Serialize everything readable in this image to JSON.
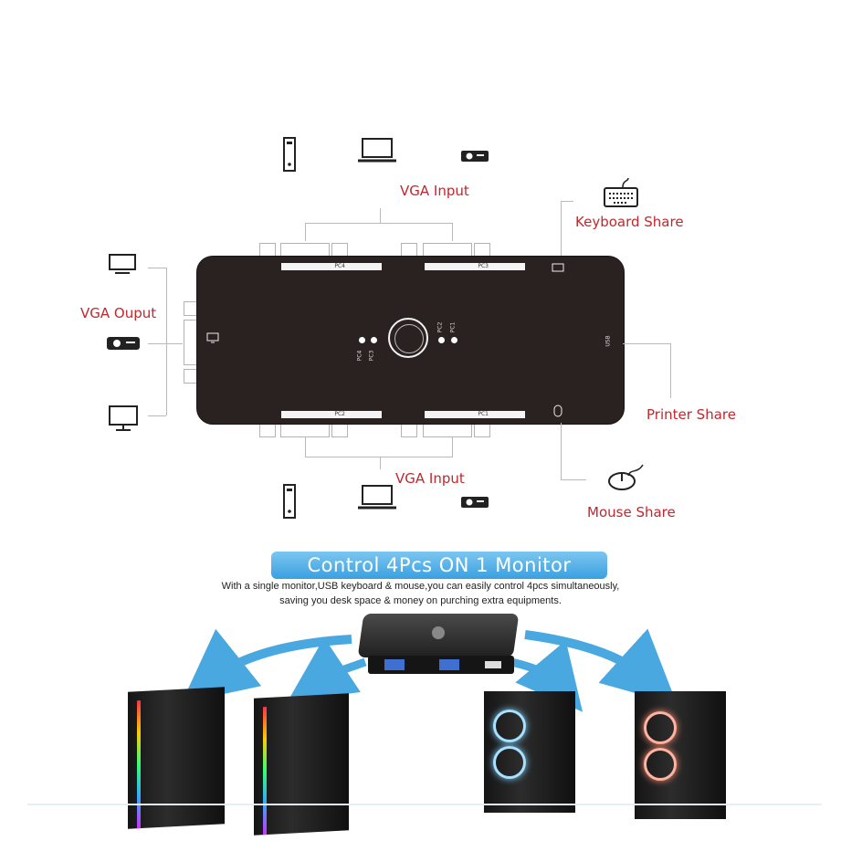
{
  "diagram": {
    "vga_input_top": "VGA Input",
    "vga_input_bottom": "VGA Input",
    "vga_output": "VGA Ouput",
    "keyboard_share": "Keyboard  Share",
    "printer_share": "Printer Share",
    "mouse_share": "Mouse Share",
    "device_labels": {
      "pc4": "PC4",
      "pc3": "PC3",
      "pc2": "PC2",
      "pc1": "PC1",
      "usb": "USB"
    },
    "label_color": "#c0282d"
  },
  "promo": {
    "banner": "Control 4Pcs ON 1 Monitor",
    "line1": "With a single monitor,USB keyboard & mouse,you can easily control 4pcs simultaneously,",
    "line2": "saving you desk space & money on purching extra equipments.",
    "banner_color": "#3aa0e0"
  },
  "icons": [
    "tower-pc-icon",
    "laptop-icon",
    "projector-icon",
    "keyboard-icon",
    "monitor-icon",
    "mouse-icon",
    "usb-icon"
  ]
}
